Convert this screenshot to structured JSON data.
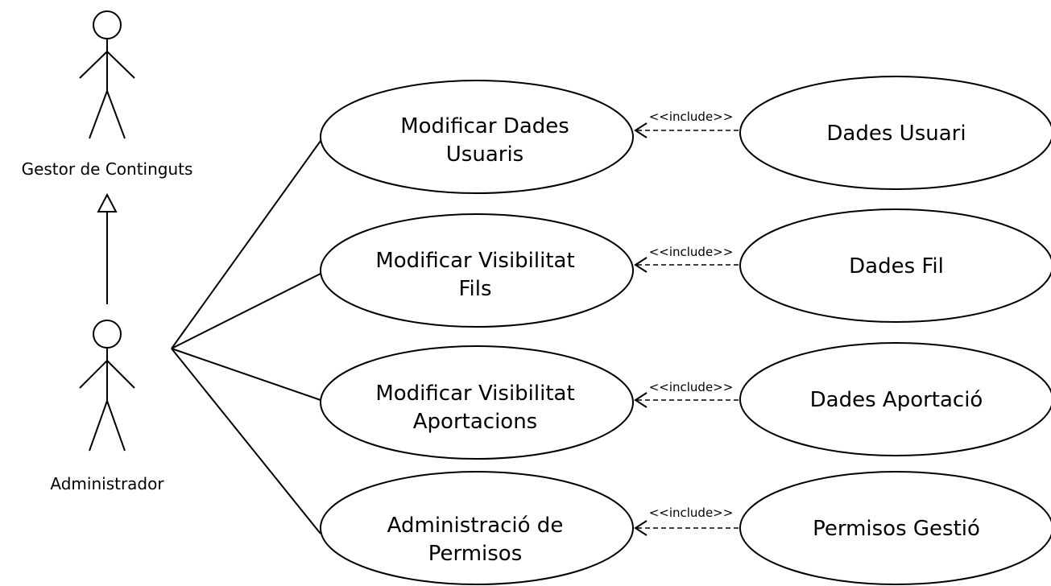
{
  "actors": [
    {
      "id": "gestor",
      "name": "Gestor de Continguts"
    },
    {
      "id": "admin",
      "name": "Administrador"
    }
  ],
  "use_cases": [
    {
      "id": "uc1",
      "lines": [
        "Modificar Dades",
        "Usuaris"
      ]
    },
    {
      "id": "uc2",
      "lines": [
        "Modificar Visibilitat",
        "Fils"
      ]
    },
    {
      "id": "uc3",
      "lines": [
        "Modificar Visibilitat",
        "Aportacions"
      ]
    },
    {
      "id": "uc4",
      "lines": [
        "Administració de",
        "Permisos"
      ]
    }
  ],
  "included_cases": [
    {
      "id": "inc1",
      "label": "Dades Usuari"
    },
    {
      "id": "inc2",
      "label": "Dades Fil"
    },
    {
      "id": "inc3",
      "label": "Dades Aportació"
    },
    {
      "id": "inc4",
      "label": "Permisos Gestió"
    }
  ],
  "include_stereotype": "<<include>>",
  "generalization": {
    "from": "admin",
    "to": "gestor"
  },
  "associations": [
    {
      "actor": "admin",
      "use_case": "uc1"
    },
    {
      "actor": "admin",
      "use_case": "uc2"
    },
    {
      "actor": "admin",
      "use_case": "uc3"
    },
    {
      "actor": "admin",
      "use_case": "uc4"
    }
  ],
  "includes": [
    {
      "base": "uc1",
      "addition": "inc1"
    },
    {
      "base": "uc2",
      "addition": "inc2"
    },
    {
      "base": "uc3",
      "addition": "inc3"
    },
    {
      "base": "uc4",
      "addition": "inc4"
    }
  ]
}
